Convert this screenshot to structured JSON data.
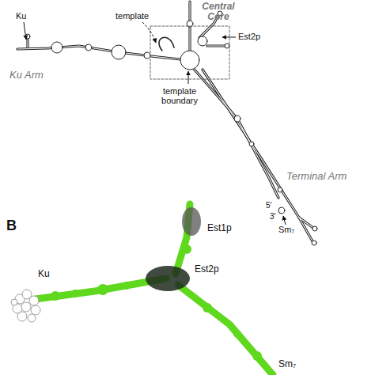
{
  "diagram": {
    "labels": [
      "Central Core",
      "template",
      "Est2p",
      "Ku",
      "Ku Arm",
      "template boundary",
      "Terminal Arm",
      "5'",
      "3'",
      "Sm₇",
      "B",
      "Est1p",
      "Est2p",
      "Ku",
      "Sm₇"
    ]
  }
}
